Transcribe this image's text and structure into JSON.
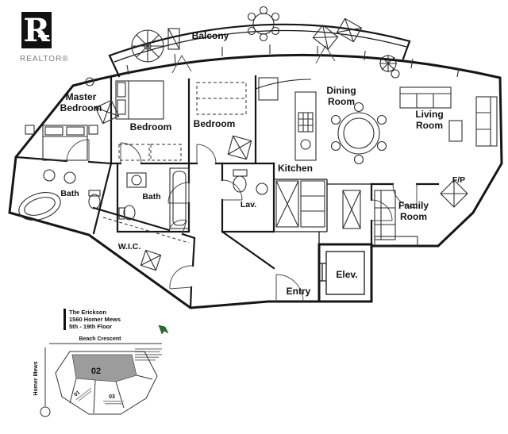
{
  "logo": {
    "letter": "R",
    "brand": "REALTOR®"
  },
  "floorplan": {
    "rooms": {
      "balcony": "Balcony",
      "master_bedroom": {
        "line1": "Master",
        "line2": "Bedroom"
      },
      "bedroom_a": "Bedroom",
      "bedroom_b": "Bedroom",
      "dining_room": {
        "line1": "Dining",
        "line2": "Room"
      },
      "living_room": {
        "line1": "Living",
        "line2": "Room"
      },
      "kitchen": "Kitchen",
      "bath_master": "Bath",
      "bath_second": "Bath",
      "lavatory": "Lav.",
      "walk_in_closet": "W.I.C.",
      "family_room": {
        "line1": "Family",
        "line2": "Room"
      },
      "fireplace": "F/P",
      "entry": "Entry",
      "elevator": "Elev."
    }
  },
  "keyplan": {
    "building_name": "The Erickson",
    "address": "1560 Homer Mews",
    "floors": "5th - 19th Floor",
    "street_horizontal": "Beach Crescent",
    "street_vertical": "Homer Mews",
    "unit_current": "02",
    "unit_other_a": "03",
    "unit_other_b": "01"
  },
  "colors": {
    "ink": "#161616",
    "unit_highlight": "#9c9c9c",
    "paper": "#ffffff"
  }
}
